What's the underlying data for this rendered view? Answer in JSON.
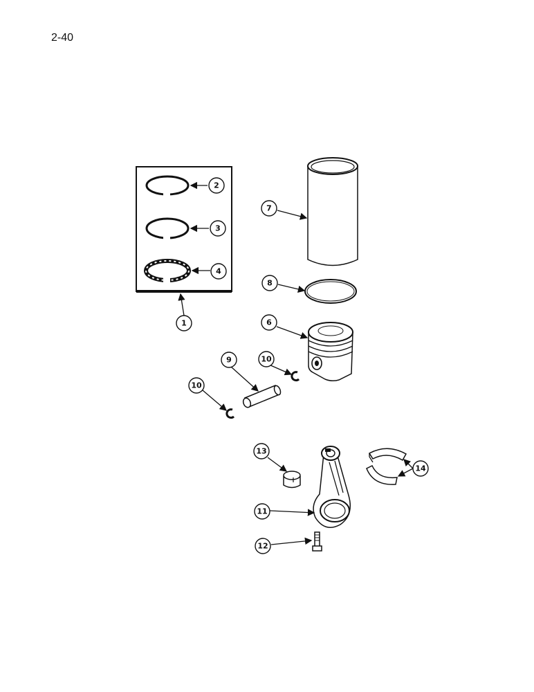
{
  "page": {
    "number": "2-40"
  },
  "callouts": [
    {
      "id": "c1",
      "label": "1"
    },
    {
      "id": "c2",
      "label": "2"
    },
    {
      "id": "c3",
      "label": "3"
    },
    {
      "id": "c4",
      "label": "4"
    },
    {
      "id": "c6",
      "label": "6"
    },
    {
      "id": "c7",
      "label": "7"
    },
    {
      "id": "c8",
      "label": "8"
    },
    {
      "id": "c9",
      "label": "9"
    },
    {
      "id": "c10a",
      "label": "10"
    },
    {
      "id": "c10b",
      "label": "10"
    },
    {
      "id": "c11",
      "label": "11"
    },
    {
      "id": "c12",
      "label": "12"
    },
    {
      "id": "c13",
      "label": "13"
    },
    {
      "id": "c14",
      "label": "14"
    }
  ]
}
